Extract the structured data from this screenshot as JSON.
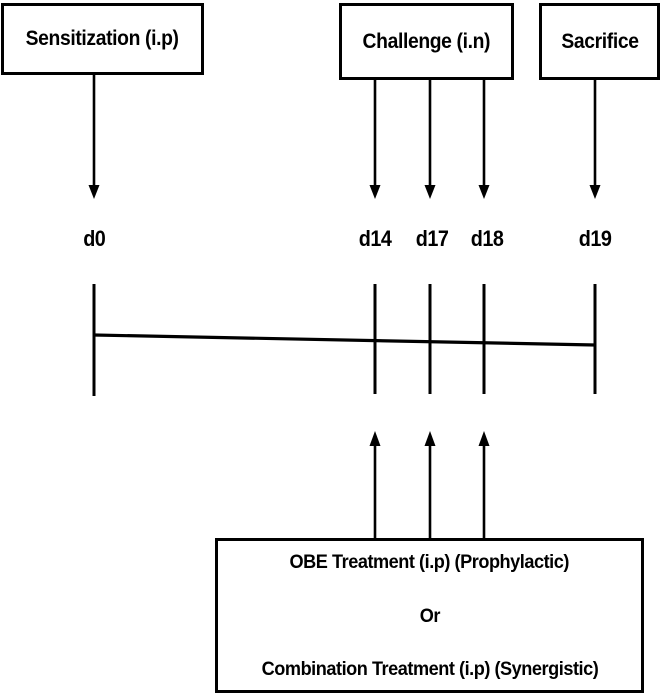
{
  "figure": {
    "type": "experimental-timeline-diagram",
    "background_color": "#ffffff",
    "line_color": "#000000"
  },
  "event_boxes": [
    {
      "id": "sensitization",
      "label": "Sensitization (i.p)"
    },
    {
      "id": "challenge",
      "label": "Challenge (i.n)"
    },
    {
      "id": "sacrifice",
      "label": "Sacrifice"
    }
  ],
  "day_labels": [
    {
      "id": "d0",
      "label": "d0"
    },
    {
      "id": "d14",
      "label": "d14"
    },
    {
      "id": "d17",
      "label": "d17"
    },
    {
      "id": "d18",
      "label": "d18"
    },
    {
      "id": "d19",
      "label": "d19"
    }
  ],
  "treatment_box": {
    "line1": "OBE Treatment (i.p) (Prophylactic)",
    "line2": "Or",
    "line3": "Combination Treatment (i.p) (Synergistic)"
  }
}
